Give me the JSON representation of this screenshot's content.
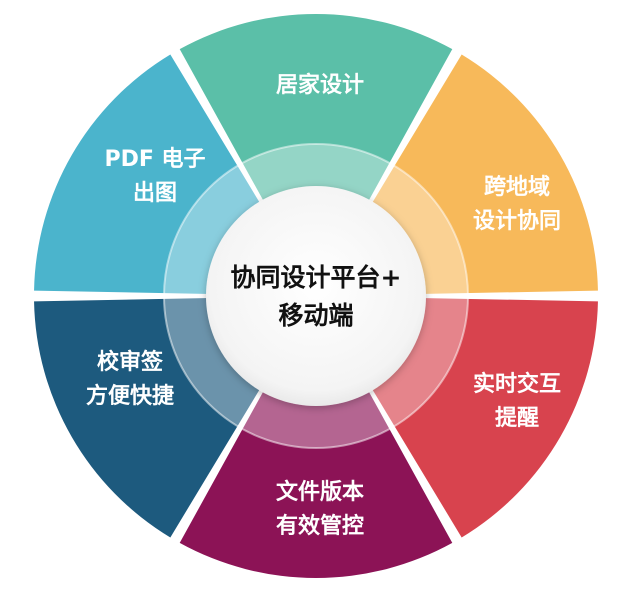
{
  "center": {
    "lines": [
      "协同设计平台+",
      "移动端"
    ]
  },
  "segments": [
    {
      "id": "home-design",
      "lines": [
        "居家设计"
      ],
      "color": "#5BBFA8"
    },
    {
      "id": "cross-region",
      "lines": [
        "跨地域",
        "设计协同"
      ],
      "color": "#F7B95A"
    },
    {
      "id": "realtime-interact",
      "lines": [
        "实时交互",
        "提醒"
      ],
      "color": "#D8434E"
    },
    {
      "id": "version-control",
      "lines": [
        "文件版本",
        "有效管控"
      ],
      "color": "#8C1356"
    },
    {
      "id": "review-sign",
      "lines": [
        "校审签",
        "方便快捷"
      ],
      "color": "#1D5A7E"
    },
    {
      "id": "pdf-output",
      "lines": [
        "PDF 电子",
        "出图"
      ],
      "color": "#4BB4CC"
    }
  ]
}
